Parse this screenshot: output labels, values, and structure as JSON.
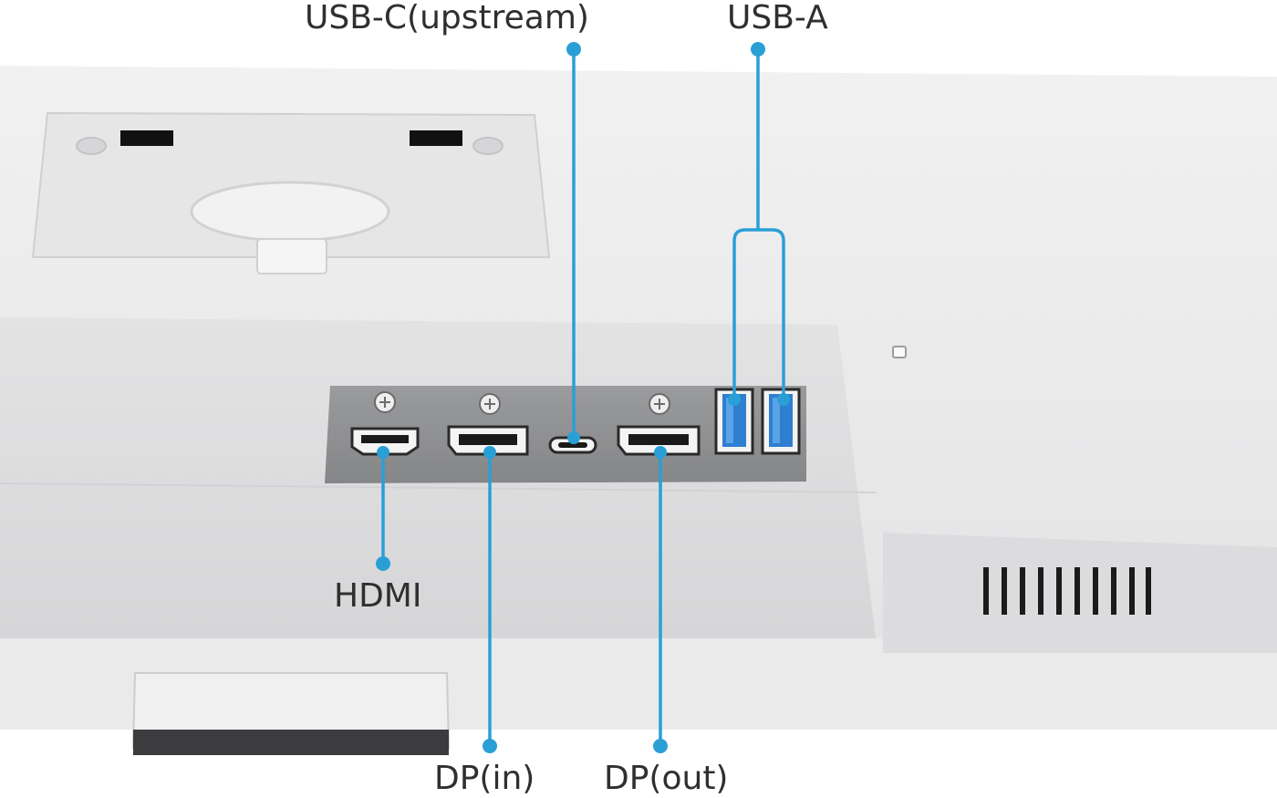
{
  "labels": {
    "usbc": "USB-C(upstream)",
    "usba": "USB-A",
    "hdmi": "HDMI",
    "dpin": "DP(in)",
    "dpout": "DP(out)"
  },
  "colors": {
    "callout": "#2a9fd6",
    "label_text": "#2f2f2f",
    "monitor_body": "#e8e8e9",
    "port_panel": "#8e8f91",
    "usb_a_insert": "#2f7fd0"
  },
  "icons": [
    "hdmi-port-icon",
    "displayport-icon",
    "usb-c-port-icon",
    "usb-a-port-icon",
    "screw-icon",
    "vent-grille-icon"
  ]
}
